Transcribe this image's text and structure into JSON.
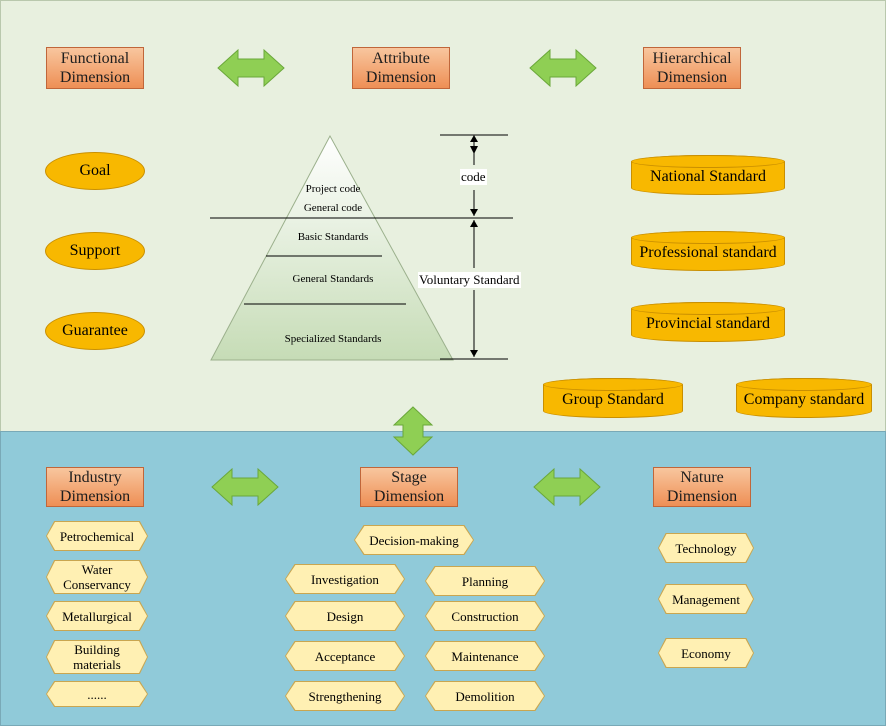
{
  "dimensions": {
    "functional": "Functional Dimension",
    "attribute": "Attribute Dimension",
    "hierarchical": "Hierarchical Dimension",
    "industry": "Industry Dimension",
    "stage": "Stage Dimension",
    "nature": "Nature Dimension"
  },
  "functional_items": [
    "Goal",
    "Support",
    "Guarantee"
  ],
  "pyramid": {
    "layers": [
      "Project code",
      "General code",
      "Basic Standards",
      "General Standards",
      "Specialized Standards"
    ],
    "code_label": "code",
    "voluntary_label": "Voluntary Standard"
  },
  "hierarchical_items": [
    "National Standard",
    "Professional standard",
    "Provincial standard",
    "Group Standard",
    "Company standard"
  ],
  "industry_items": [
    "Petrochemical",
    "Water Conservancy",
    "Metallurgical",
    "Building materials",
    "......"
  ],
  "stage_items": [
    "Decision-making",
    "Investigation",
    "Planning",
    "Design",
    "Construction",
    "Acceptance",
    "Maintenance",
    "Strengthening",
    "Demolition"
  ],
  "nature_items": [
    "Technology",
    "Management",
    "Economy"
  ],
  "colors": {
    "top_panel": "#e8f0df",
    "bottom_panel": "#90cad9",
    "dimension_box": "#ee8f55",
    "arrow": "#8fcf54",
    "ellipse": "#f8b800",
    "octagon": "#fff0b3"
  }
}
